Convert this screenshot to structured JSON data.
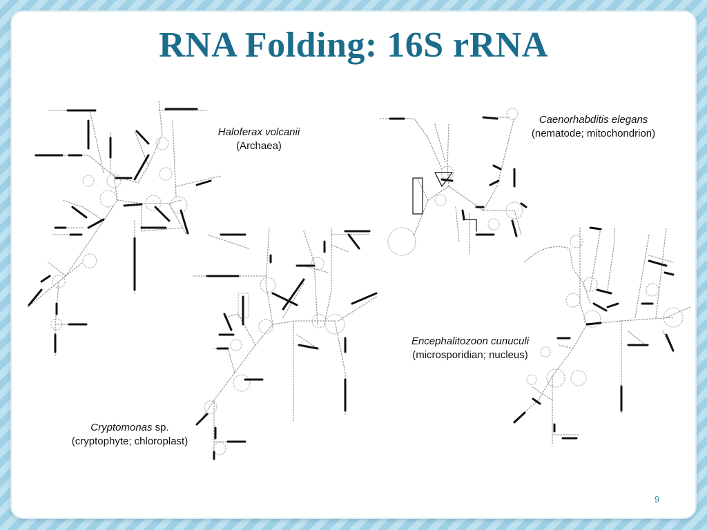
{
  "slide": {
    "title": "RNA Folding:  16S rRNA",
    "page_number": "9"
  },
  "structures": [
    {
      "name": "Haloferax volcanii",
      "note": "(Archaea)"
    },
    {
      "name": "Caenorhabditis elegans",
      "note": "(nematode; mitochondrion)"
    },
    {
      "name": "Cryptomonas",
      "suffix": " sp.",
      "note": "(cryptophyte; chloroplast)"
    },
    {
      "name": "Encephalitozoon cunuculi",
      "note": "(microsporidian; nucleus)"
    }
  ],
  "colors": {
    "title": "#1c6c8c",
    "frame": "#a9d6ea",
    "page_number": "#3d8db3"
  }
}
